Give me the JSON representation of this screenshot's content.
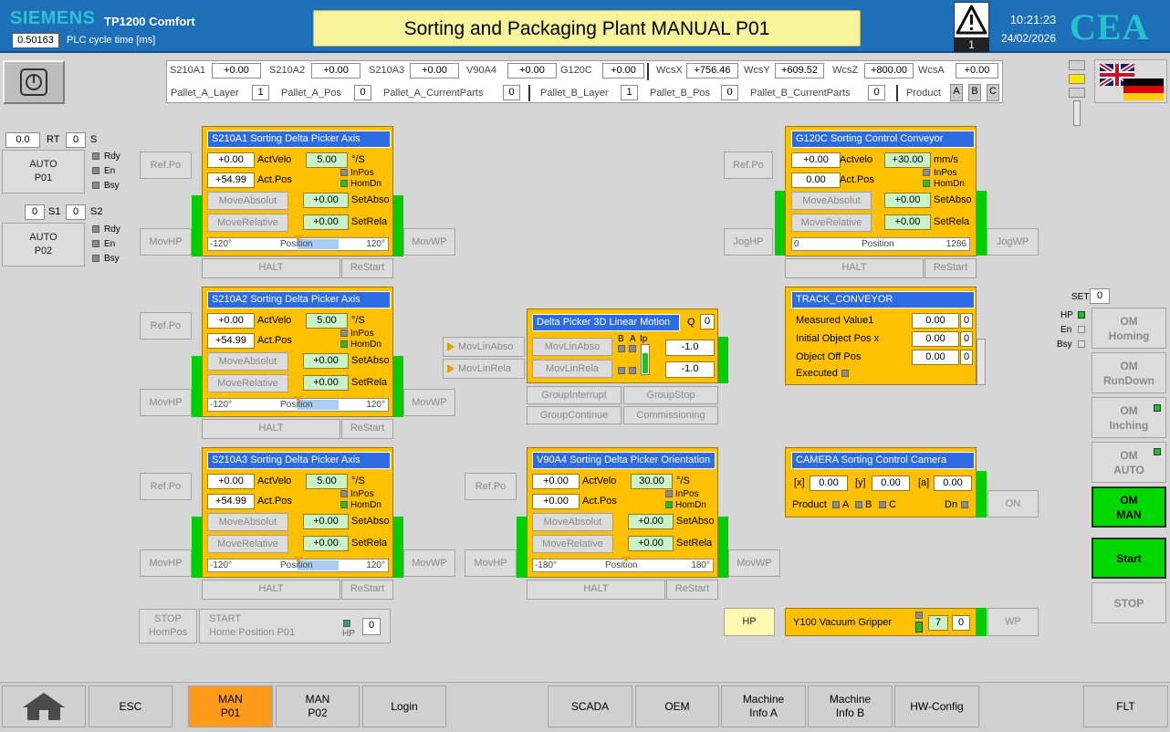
{
  "header": {
    "brand": "SIEMENS",
    "model": "TP1200 Comfort",
    "cycle_value": "0.50163",
    "cycle_label": "PLC cycle time [ms]",
    "title": "Sorting and Packaging Plant MANUAL P01",
    "alarm_count": "1",
    "time": "10:21:23",
    "date": "24/02/2026",
    "logo": "CEA"
  },
  "strip": {
    "row1": [
      {
        "label": "S210A1",
        "value": "+0.00"
      },
      {
        "label": "S210A2",
        "value": "+0.00"
      },
      {
        "label": "S210A3",
        "value": "+0.00"
      },
      {
        "label": "V90A4",
        "value": "+0.00"
      },
      {
        "label": "G120C",
        "value": "+0.00"
      },
      {
        "label": "WcsX",
        "value": "+756.46"
      },
      {
        "label": "WcsY",
        "value": "+609.52"
      },
      {
        "label": "WcsZ",
        "value": "+800.00"
      },
      {
        "label": "WcsA",
        "value": "+0.00"
      }
    ],
    "row2": [
      {
        "label": "Pallet_A_Layer",
        "value": "1"
      },
      {
        "label": "Pallet_A_Pos",
        "value": "0"
      },
      {
        "label": "Pallet_A_CurrentParts",
        "value": "0"
      },
      {
        "label": "Pallet_B_Layer",
        "value": "1"
      },
      {
        "label": "Pallet_B_Pos",
        "value": "0"
      },
      {
        "label": "Pallet_B_CurrentParts",
        "value": "0"
      }
    ],
    "product_label": "Product",
    "products": [
      "A",
      "B",
      "C"
    ]
  },
  "left": {
    "rt_value": "0.0",
    "rt_label": "RT",
    "s_value": "0",
    "s_label": "S",
    "auto1": "AUTO\nP01",
    "auto2": "AUTO\nP02",
    "s1_value": "0",
    "s1_label": "S1",
    "s2_value": "0",
    "s2_label": "S2",
    "rdy": "Rdy",
    "en": "En",
    "bsy": "Bsy"
  },
  "common": {
    "refpo": "Ref.Po",
    "movhp": "MovHP",
    "movwp": "MovWP",
    "actvelo": "ActVelo",
    "actpos": "Act.Pos",
    "deg_s": "°/S",
    "inpos": "InPos",
    "homdn": "HomDn",
    "moveabs": "MoveAbsolut",
    "moverel": "MoveRelative",
    "setabso": "SetAbso",
    "setrela": "SetRela",
    "position": "Position",
    "halt": "HALT",
    "restart": "ReStart"
  },
  "axis1": {
    "title": "S210A1 Sorting Delta Picker Axis",
    "actvelo_val": "+0.00",
    "velo_set": "5.00",
    "actpos_val": "+54.99",
    "setabs": "+0.00",
    "setrel": "+0.00",
    "min": "-120°",
    "max": "120°"
  },
  "axis2": {
    "title": "S210A2 Sorting Delta Picker Axis",
    "actvelo_val": "+0.00",
    "velo_set": "5.00",
    "actpos_val": "+54.99",
    "setabs": "+0.00",
    "setrel": "+0.00",
    "min": "-120°",
    "max": "120°"
  },
  "axis3": {
    "title": "S210A3 Sorting Delta Picker Axis",
    "actvelo_val": "+0.00",
    "velo_set": "5.00",
    "actpos_val": "+54.99",
    "setabs": "+0.00",
    "setrel": "+0.00",
    "min": "-120°",
    "max": "120°"
  },
  "axis4": {
    "title": "V90A4 Sorting Delta Picker Orientation",
    "actvelo_val": "+0.00",
    "velo_set": "30.00",
    "actpos_val": "+0.00",
    "setabs": "+0.00",
    "setrel": "+0.00",
    "min": "-180°",
    "max": "180°"
  },
  "conveyor": {
    "title": "G120C Sorting Control Conveyor",
    "actvelo_lbl": "Actvelo",
    "actvelo_val": "+0.00",
    "velo_set": "+30.00",
    "unit": "mm/s",
    "actpos_val": "0.00",
    "setabs": "+0.00",
    "setrel": "+0.00",
    "min": "0",
    "max": "1286",
    "joghp": "JogHP",
    "jogwp": "JogWP"
  },
  "linear": {
    "title": "Delta Picker 3D Linear Motion",
    "q_label": "Q",
    "q_val": "0",
    "b": "B",
    "a": "A",
    "ip": "Ip",
    "movlinabso": "MovLinAbso",
    "movlinrela": "MovLinRela",
    "val1": "-1.0",
    "val2": "-1.0",
    "group_interrupt": "GroupInterrupt",
    "group_stop": "GroupStop",
    "group_continue": "GroupContinue",
    "commissioning": "Commissioning"
  },
  "track": {
    "title": "TRACK_CONVEYOR",
    "rows": [
      {
        "label": "Measured Value1",
        "value": "0.00",
        "flag": "0"
      },
      {
        "label": "Initial Object Pos x",
        "value": "0.00",
        "flag": "0"
      },
      {
        "label": "Object Off Pos",
        "value": "0.00",
        "flag": "0"
      }
    ],
    "executed": "Executed"
  },
  "camera": {
    "title": "CAMERA Sorting Control Camera",
    "x_lbl": "[x]",
    "x_val": "0.00",
    "y_lbl": "[y]",
    "y_val": "0.00",
    "a_lbl": "[a]",
    "a_val": "0.00",
    "product": "Product",
    "a": "A",
    "b": "B",
    "c": "C",
    "dn": "Dn",
    "on": "ON"
  },
  "gripper": {
    "hp": "HP",
    "title": "Y100 Vacuum Gripper",
    "v1": "7",
    "v2": "0",
    "wp": "WP"
  },
  "homing": {
    "stop": "STOP\nHomPos",
    "start": "START\nHome Position P01",
    "hp": "HP",
    "val": "0"
  },
  "right": {
    "set_label": "SET",
    "set_val": "0",
    "hp": "HP",
    "en": "En",
    "bsy": "Bsy",
    "om_homing": "OM\nHoming",
    "om_rundown": "OM\nRunDown",
    "om_inching": "OM\nInching",
    "om_auto": "OM\nAUTO",
    "om_man": "OM\nMAN",
    "start": "Start",
    "stop": "STOP"
  },
  "footer": {
    "esc": "ESC",
    "man_p01": "MAN\nP01",
    "man_p02": "MAN\nP02",
    "login": "Login",
    "scada": "SCADA",
    "oem": "OEM",
    "info_a": "Machine\nInfo A",
    "info_b": "Machine\nInfo B",
    "hwconfig": "HW-Config",
    "flt": "FLT"
  },
  "colors": {
    "header_blue": "#1d6fb8",
    "panel_amber": "#ffc000",
    "title_blue": "#2d6be3",
    "active_green": "#00ce00",
    "man_orange": "#ff9a1a"
  }
}
